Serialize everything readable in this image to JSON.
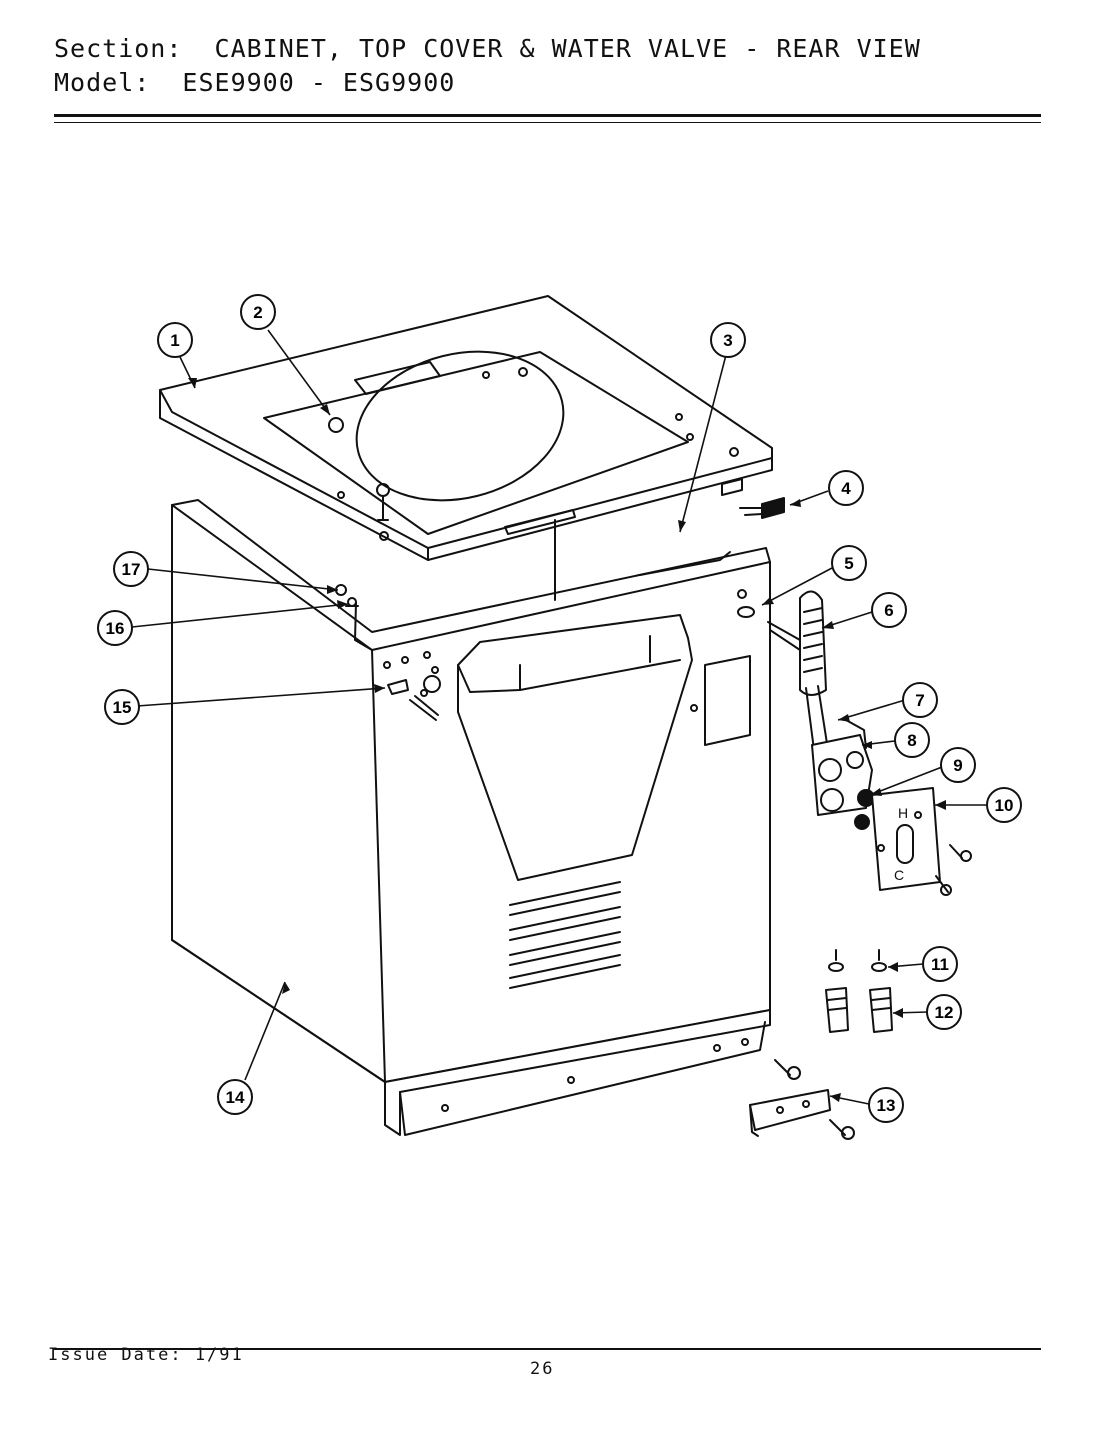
{
  "header": {
    "section_label": "Section:",
    "section_value": "CABINET, TOP COVER & WATER VALVE - REAR VIEW",
    "model_label": "Model:",
    "model_value": "ESE9900 - ESG9900"
  },
  "footer": {
    "issue_date": "Issue Date: 1/91",
    "page_number": "26"
  },
  "callouts": {
    "c1": "1",
    "c2": "2",
    "c3": "3",
    "c4": "4",
    "c5": "5",
    "c6": "6",
    "c7": "7",
    "c8": "8",
    "c9": "9",
    "c10": "10",
    "c11": "11",
    "c12": "12",
    "c13": "13",
    "c14": "14",
    "c15": "15",
    "c16": "16",
    "c17": "17"
  },
  "valve_plate": {
    "hot_label": "H",
    "cold_label": "C"
  }
}
